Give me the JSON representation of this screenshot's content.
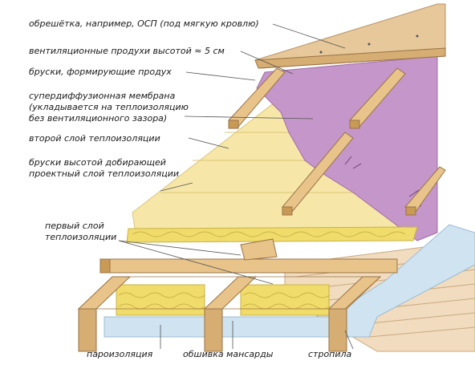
{
  "labels": {
    "sheathing": "обрешётка, например, ОСП (под мягкую кровлю)",
    "vent_gap": "вентиляционные продухи высотой ≈ 5 см",
    "vent_battens": "бруски, формирующие продух",
    "membrane": "супердиффузионная мембрана\n(укладывается на теплоизоляцию\nбез вентиляционного зазора)",
    "second_layer": "второй слой теплоизоляции",
    "extra_battens": "бруски высотой добирающей\nпроектный слой теплоизоляции",
    "first_layer": "первый слой\nтеплоизоляции",
    "vapor_barrier": "пароизоляция",
    "attic_lining": "обшивка мансарды",
    "rafter": "стропила"
  },
  "colors": {
    "wood": "#e8c48a",
    "wood_dark": "#c99a55",
    "osb": "#e6c89a",
    "membrane": "#c596c9",
    "insulation": "#f6e7a8",
    "insulation_dense": "#f0dc6a",
    "vapor": "#cfe3f0",
    "lining": "#f1dcc0",
    "leader": "#555555"
  }
}
